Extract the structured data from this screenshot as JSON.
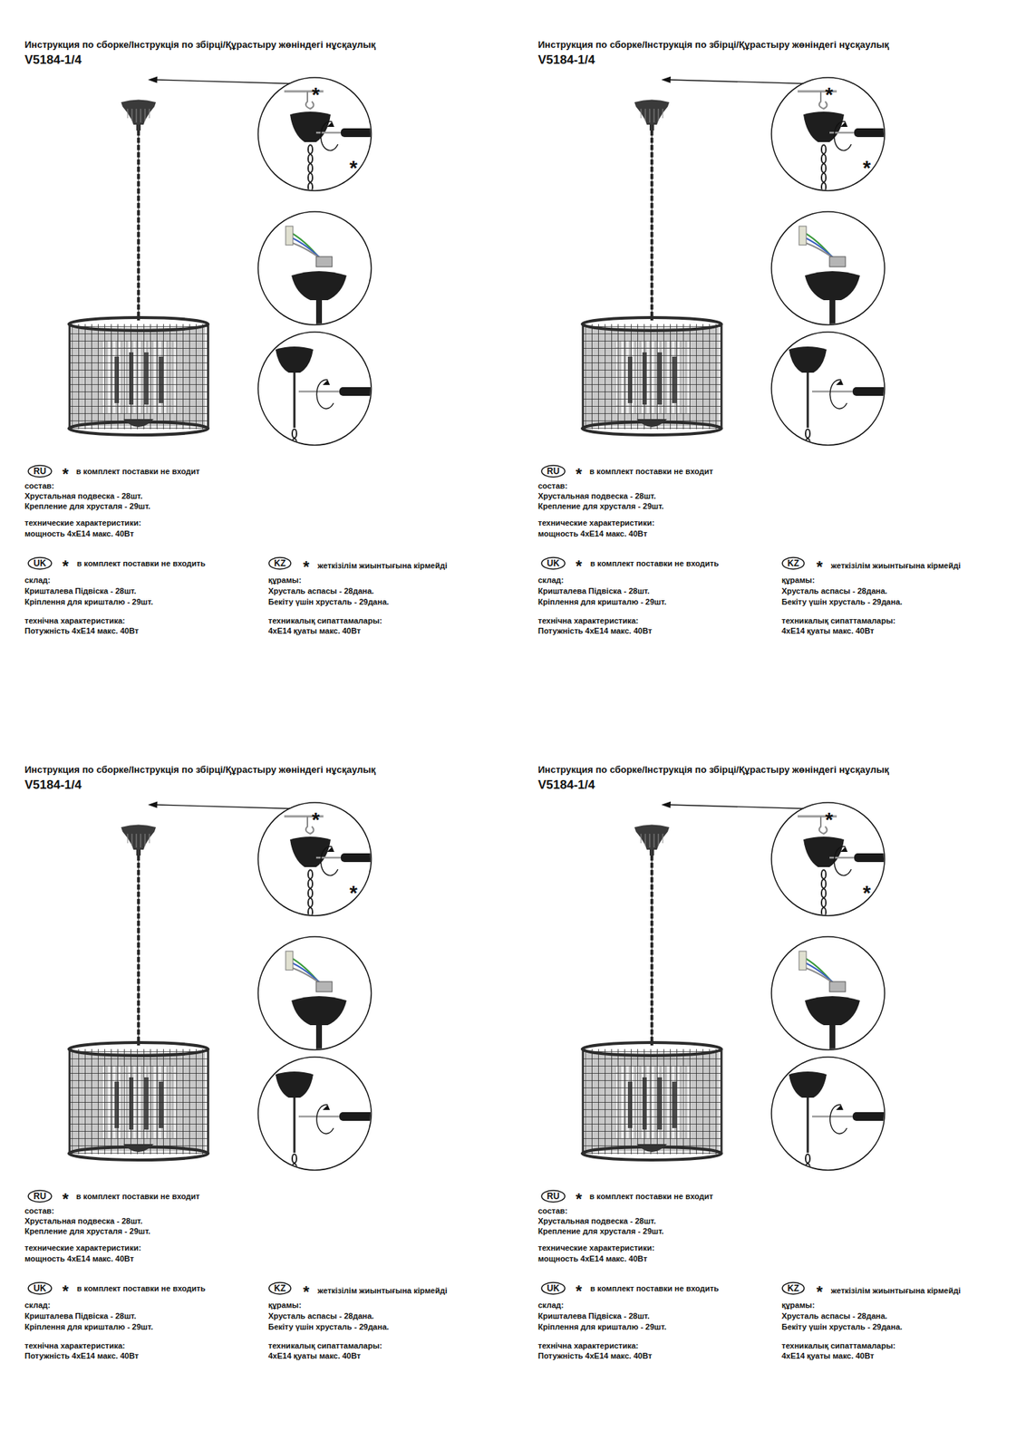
{
  "diagram": {
    "nodes": [
      {
        "text": [
          "RU"
        ]
      },
      {
        "text": [
          "UK"
        ]
      },
      {
        "text": [
          "KZ"
        ]
      },
      {
        "text": [
          "RU"
        ]
      },
      {
        "text": [
          "UK"
        ]
      },
      {
        "text": [
          "KZ"
        ]
      },
      {
        "text": [
          "RU"
        ]
      },
      {
        "text": [
          "UK"
        ]
      },
      {
        "text": [
          "KZ"
        ]
      },
      {
        "text": [
          "RU"
        ]
      },
      {
        "text": [
          "UK"
        ]
      },
      {
        "text": [
          "KZ"
        ]
      }
    ],
    "labels": [
      "Инструкция по сборке/Інструкція по збірці/Құрастыру жөніндегі нұсқаулық",
      "V5184-1/4",
      "*",
      "*",
      "*",
      "в комплект поставки не входит",
      "состав:",
      "Хрустальная подвеска - 28шт.",
      "Крепление для хрусталя - 29шт.",
      "технические характеристики:",
      "мощность 4хE14 макс. 40Вт",
      "*",
      "в комплект поставки не входить",
      "склад:",
      "Кришталева Підвіска - 28шт.",
      "Кріплення для кришталю - 29шт.",
      "технічна характеристика:",
      "Потужність 4хE14 макс. 40Вт",
      "*",
      "жеткізілім жиынтығына кірмейді",
      "құрамы:",
      "Хрусталь аспасы - 28дана.",
      "Бекіту үшін хрусталь - 29дана.",
      "техникалық сипаттамалары:",
      "4хE14 қуаты макс. 40Вт",
      "Инструкция по сборке/Інструкція по збірці/Құрастыру жөніндегі нұсқаулық",
      "V5184-1/4",
      "*",
      "*",
      "*",
      "в комплект поставки не входит",
      "состав:",
      "Хрустальная подвеска - 28шт.",
      "Крепление для хрусталя - 29шт.",
      "технические характеристики:",
      "мощность 4хE14 макс. 40Вт",
      "*",
      "в комплект поставки не входить",
      "склад:",
      "Кришталева Підвіска - 28шт.",
      "Кріплення для кришталю - 29шт.",
      "технічна характеристика:",
      "Потужність 4хE14 макс. 40Вт",
      "*",
      "жеткізілім жиынтығына кірмейді",
      "құрамы:",
      "Хрусталь аспасы - 28дана.",
      "Бекіту үшін хрусталь - 29дана.",
      "техникалық сипаттамалары:",
      "4хE14 қуаты макс. 40Вт",
      "Инструкция по сборке/Інструкція по збірці/Құрастыру жөніндегі нұсқаулық",
      "V5184-1/4",
      "*",
      "*",
      "*",
      "в комплект поставки не входит",
      "состав:",
      "Хрустальная подвеска - 28шт.",
      "Крепление для хрусталя - 29шт.",
      "технические характеристики:",
      "мощность 4хE14 макс. 40Вт",
      "*",
      "в комплект поставки не входить",
      "склад:",
      "Кришталева Підвіска - 28шт.",
      "Кріплення для кришталю - 29шт.",
      "технічна характеристика:",
      "Потужність 4хE14 макс. 40Вт",
      "*",
      "жеткізілім жиынтығына кірмейді",
      "құрамы:",
      "Хрусталь аспасы - 28дана.",
      "Бекіту үшін хрусталь - 29дана.",
      "техникалық сипаттамалары:",
      "4хE14 қуаты макс. 40Вт",
      "Инструкция по сборке/Інструкція по збірці/Құрастыру жөніндегі нұсқаулық",
      "V5184-1/4",
      "*",
      "*",
      "*",
      "в комплект поставки не входит",
      "состав:",
      "Хрустальная подвеска - 28шт.",
      "Крепление для хрусталя - 29шт.",
      "технические характеристики:",
      "мощность 4хE14 макс. 40Вт",
      "*",
      "в комплект поставки не входить",
      "склад:",
      "Кришталева Підвіска - 28шт.",
      "Кріплення для кришталю - 29шт.",
      "технічна характеристика:",
      "Потужність 4хE14 макс. 40Вт",
      "*",
      "жеткізілім жиынтығына кірмейді",
      "құрамы:",
      "Хрусталь аспасы - 28дана.",
      "Бекіту үшін хрусталь - 29дана.",
      "техникалық сипаттамалары:",
      "4хE14 қуаты макс. 40Вт"
    ]
  }
}
